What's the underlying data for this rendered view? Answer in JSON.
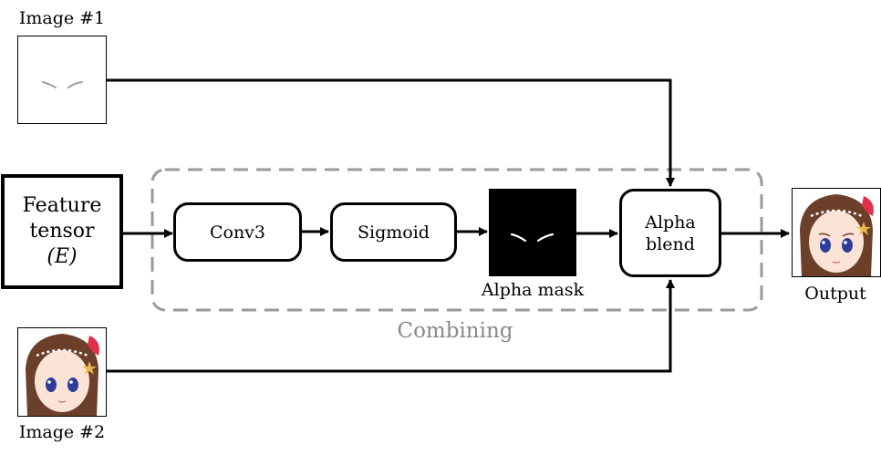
{
  "image1": {
    "label": "Image #1"
  },
  "image2": {
    "label": "Image #2"
  },
  "feature": {
    "line1": "Feature",
    "line2": "tensor",
    "line3": "(E)"
  },
  "conv": {
    "label": "Conv3"
  },
  "sigmoid": {
    "label": "Sigmoid"
  },
  "alpha_mask": {
    "label": "Alpha mask"
  },
  "blend": {
    "line1": "Alpha",
    "line2": "blend"
  },
  "combining": {
    "label": "Combining"
  },
  "output": {
    "label": "Output"
  },
  "colors": {
    "stroke": "#000000",
    "dashed_group": "#9a9a9a",
    "combining_text": "#8a8a8a",
    "mask_bg": "#000000"
  }
}
